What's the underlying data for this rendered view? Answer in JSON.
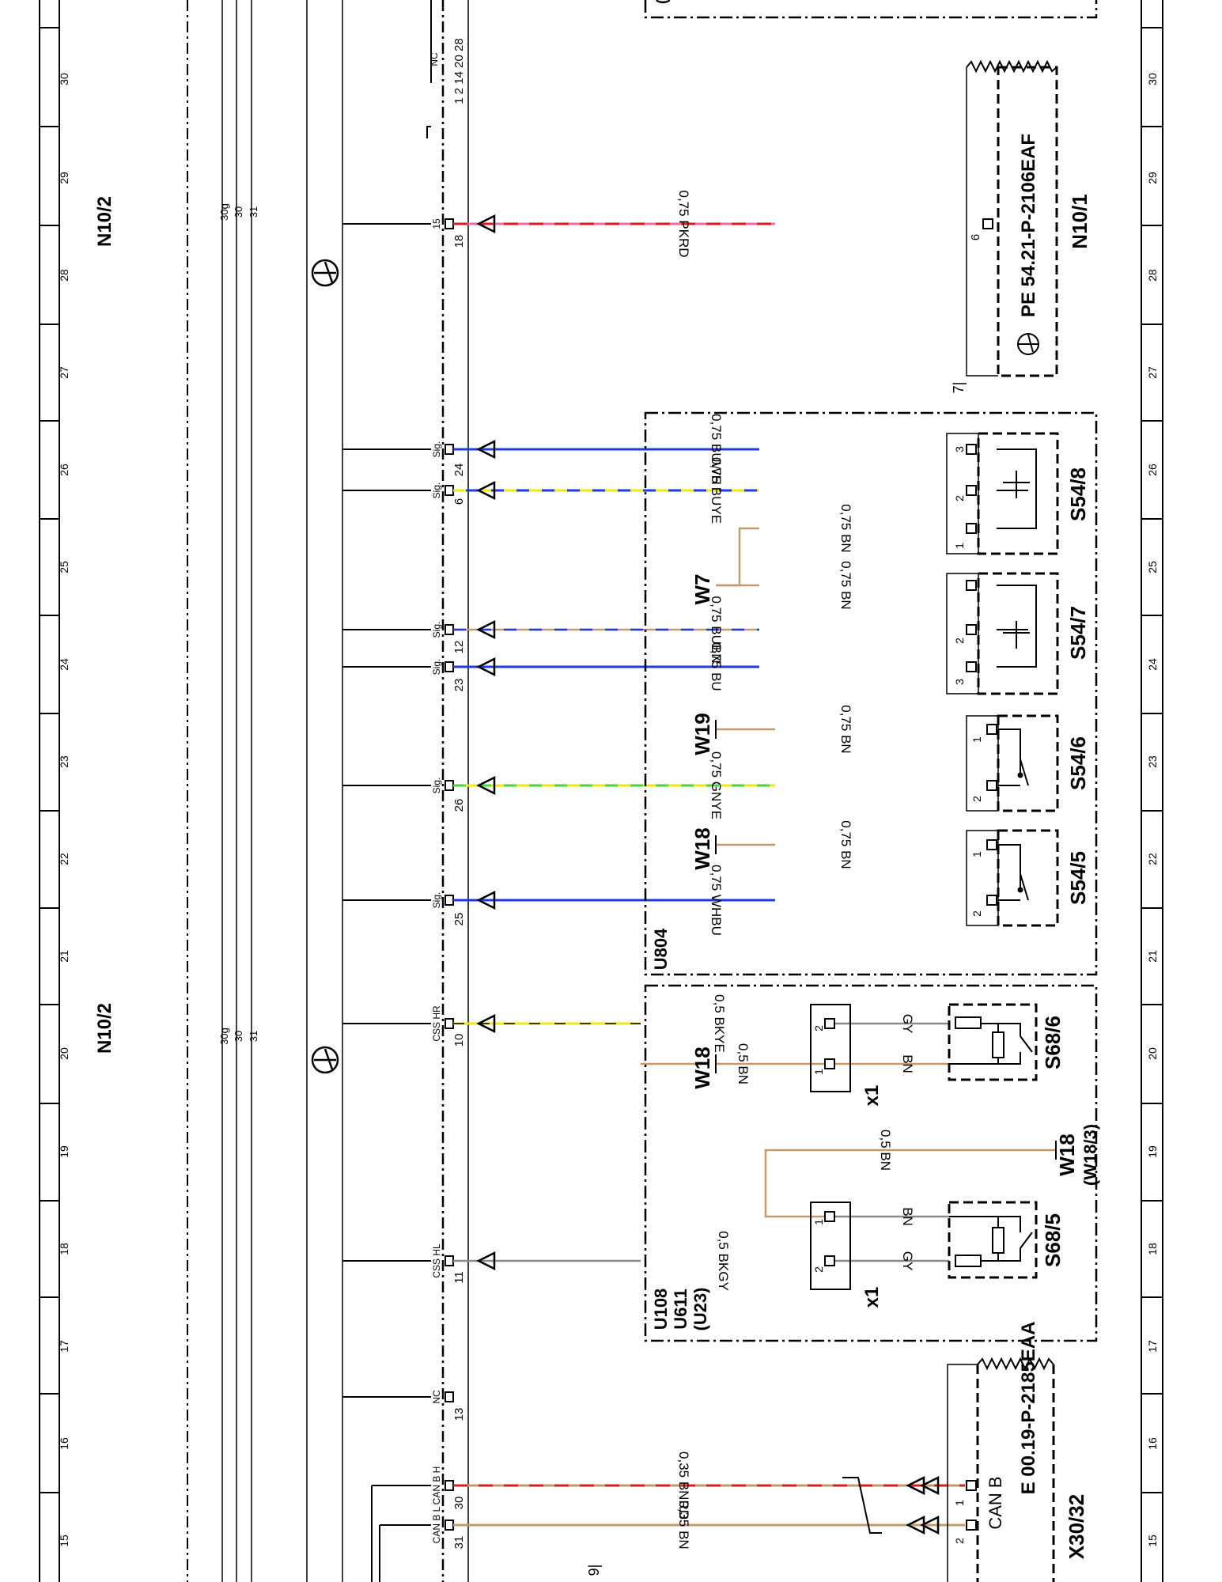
{
  "grid": {
    "row_numbers": [
      "15",
      "16",
      "17",
      "18",
      "19",
      "20",
      "21",
      "22",
      "23",
      "24",
      "25",
      "26",
      "27",
      "28",
      "29",
      "30"
    ]
  },
  "left": {
    "module_label_top": "N10/2",
    "module_label_bottom": "N10/2",
    "bus_labels": [
      "30g",
      "30",
      "31"
    ]
  },
  "pins": {
    "top_numbers": "1  2  14  20  28",
    "nc_top": "NC",
    "p18": "18",
    "p18_sig": "15",
    "p6": "6",
    "p24": "24",
    "p12": "12",
    "p23": "23",
    "p26": "26",
    "p25": "25",
    "p10": "10",
    "p11": "11",
    "p13": "13",
    "p30": "30",
    "p31": "31",
    "sig": "Sig.",
    "css_hr": "CSS HR",
    "css_hl": "CSS HL",
    "nc": "NC",
    "can_h": "CAN B H",
    "can_l": "CAN B L",
    "bottom_tag": "9|"
  },
  "wires": {
    "w18": "0,75 PKRD",
    "w26a": "0,75 BUWH",
    "w26b": "0,75 BUYE",
    "w25": "0,75 BN",
    "w24b": "0,75 BN",
    "w24a": "0,75 BUBN",
    "w23": "0,75 BU",
    "w23b": "0,75 BN",
    "w22": "0,75 GNYE",
    "w22b": "0,75 BN",
    "w21": "0,75 WHBU",
    "w20a": "0,5 BKYE",
    "w20b": "0,5 BN",
    "w19": "0,5 BN",
    "w18b": "0,5 BKGY",
    "w15a": "0,35 BNRD",
    "w15b": "0,35 BN",
    "gy": "GY",
    "bn": "BN"
  },
  "components": {
    "n10_1": "N10/1",
    "n10_1_ref": "PE 54.21-P-2106EAF",
    "n10_1_pin": "6",
    "n10_1_pin7": "7|",
    "s54_8": "S54/8",
    "s54_7": "S54/7",
    "s54_6": "S54/6",
    "s54_5": "S54/5",
    "s68_6": "S68/6",
    "s68_5": "S68/5",
    "u804": "U804",
    "u108": "U108",
    "u611": "U611",
    "u23": "(U23)",
    "w7": "W7",
    "w19": "W19",
    "w18a": "W18",
    "w18b": "W18",
    "w18_3a": "W18",
    "w18_3b": "(W18/3)",
    "x1": "x1",
    "x30_32": "X30/32",
    "x30_ref": "E 00.19-P-2185EAA",
    "can_b": "CAN B",
    "pin1": "1",
    "pin2": "2",
    "pin3": "3",
    "top_u": "(U"
  },
  "colors": {
    "wire_bn": "#c49a6c",
    "wire_bu": "#1f3ae0",
    "wire_rd": "#e01818",
    "wire_pk": "#f06aa8",
    "wire_ye": "#f2e51a",
    "wire_gn": "#47d63c",
    "wire_gy": "#8a8a8a",
    "wire_wh": "#ffffff",
    "line": "#000000"
  }
}
